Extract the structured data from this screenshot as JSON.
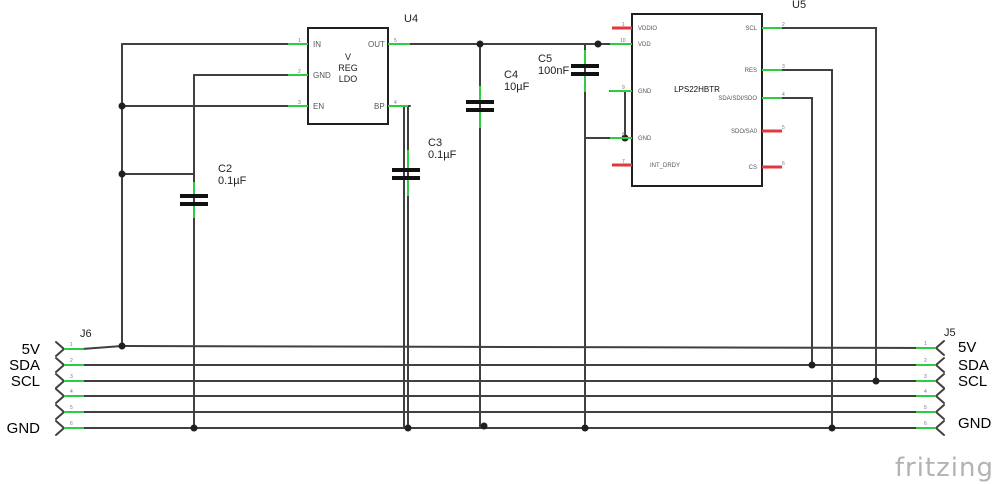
{
  "u4": {
    "ref": "U4",
    "label_lines": [
      "V",
      "REG",
      "LDO"
    ],
    "pins": {
      "in": "IN",
      "gnd": "GND",
      "en": "EN",
      "out": "OUT",
      "bp": "BP"
    }
  },
  "u5": {
    "ref": "U5",
    "part": "LPS22HBTR",
    "pins": {
      "vddio": "VDDIO",
      "vdd": "VDD",
      "gnd1": "GND",
      "gnd2": "GND",
      "int": "INT_DRDY",
      "scl": "SCL",
      "res": "RES",
      "sda": "SDA/SDI/SDO",
      "sdo": "SDO/SA0",
      "cs": "CS"
    }
  },
  "c2": {
    "ref": "C2",
    "value": "0.1µF"
  },
  "c3": {
    "ref": "C3",
    "value": "0.1µF"
  },
  "c4": {
    "ref": "C4",
    "value": "10µF"
  },
  "c5": {
    "ref": "C5",
    "value": "100nF"
  },
  "j6": {
    "ref": "J6",
    "labels": [
      "5V",
      "SDA",
      "SCL",
      "GND"
    ]
  },
  "j5": {
    "ref": "J5",
    "labels": [
      "5V",
      "SDA",
      "SCL",
      "GND"
    ]
  },
  "brand": "fritzing"
}
